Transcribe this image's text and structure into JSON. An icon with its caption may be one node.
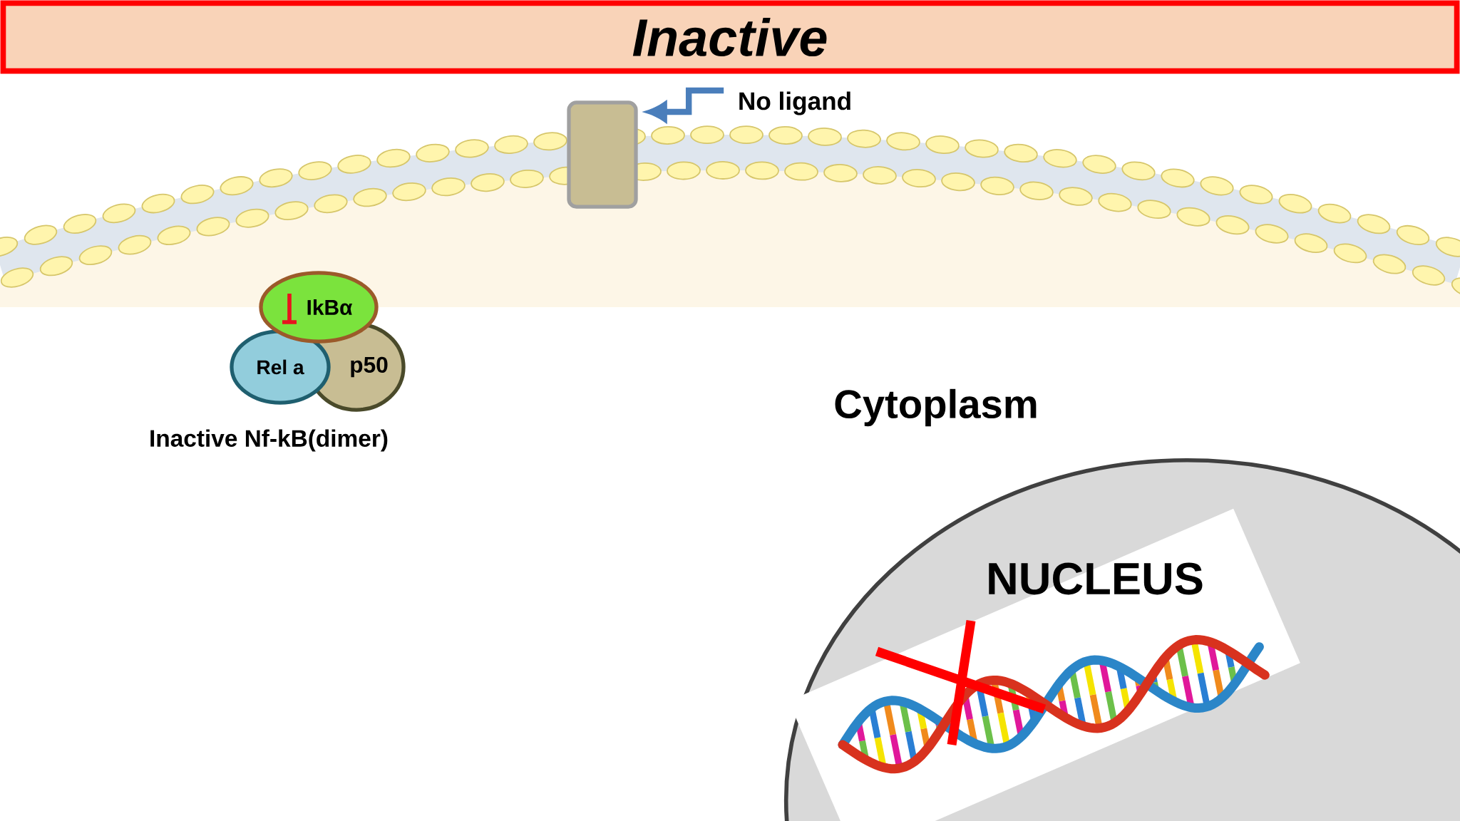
{
  "diagram": {
    "title": "Inactive",
    "nodes": [
      {
        "text": [],
        "shape": "box"
      },
      {
        "text": [
          "No ligand"
        ]
      },
      {
        "text": [
          "IkBα"
        ]
      },
      {
        "text": [
          "Rel a"
        ]
      },
      {
        "text": [
          "p50"
        ]
      },
      {
        "text": [
          "NUCLEUS"
        ]
      }
    ],
    "edges": [
      {
        "from": 1,
        "to": 0,
        "arrow": "to"
      }
    ],
    "labels": [
      "Inactive Nf-kB(dimer)",
      "Cytoplasm"
    ]
  }
}
